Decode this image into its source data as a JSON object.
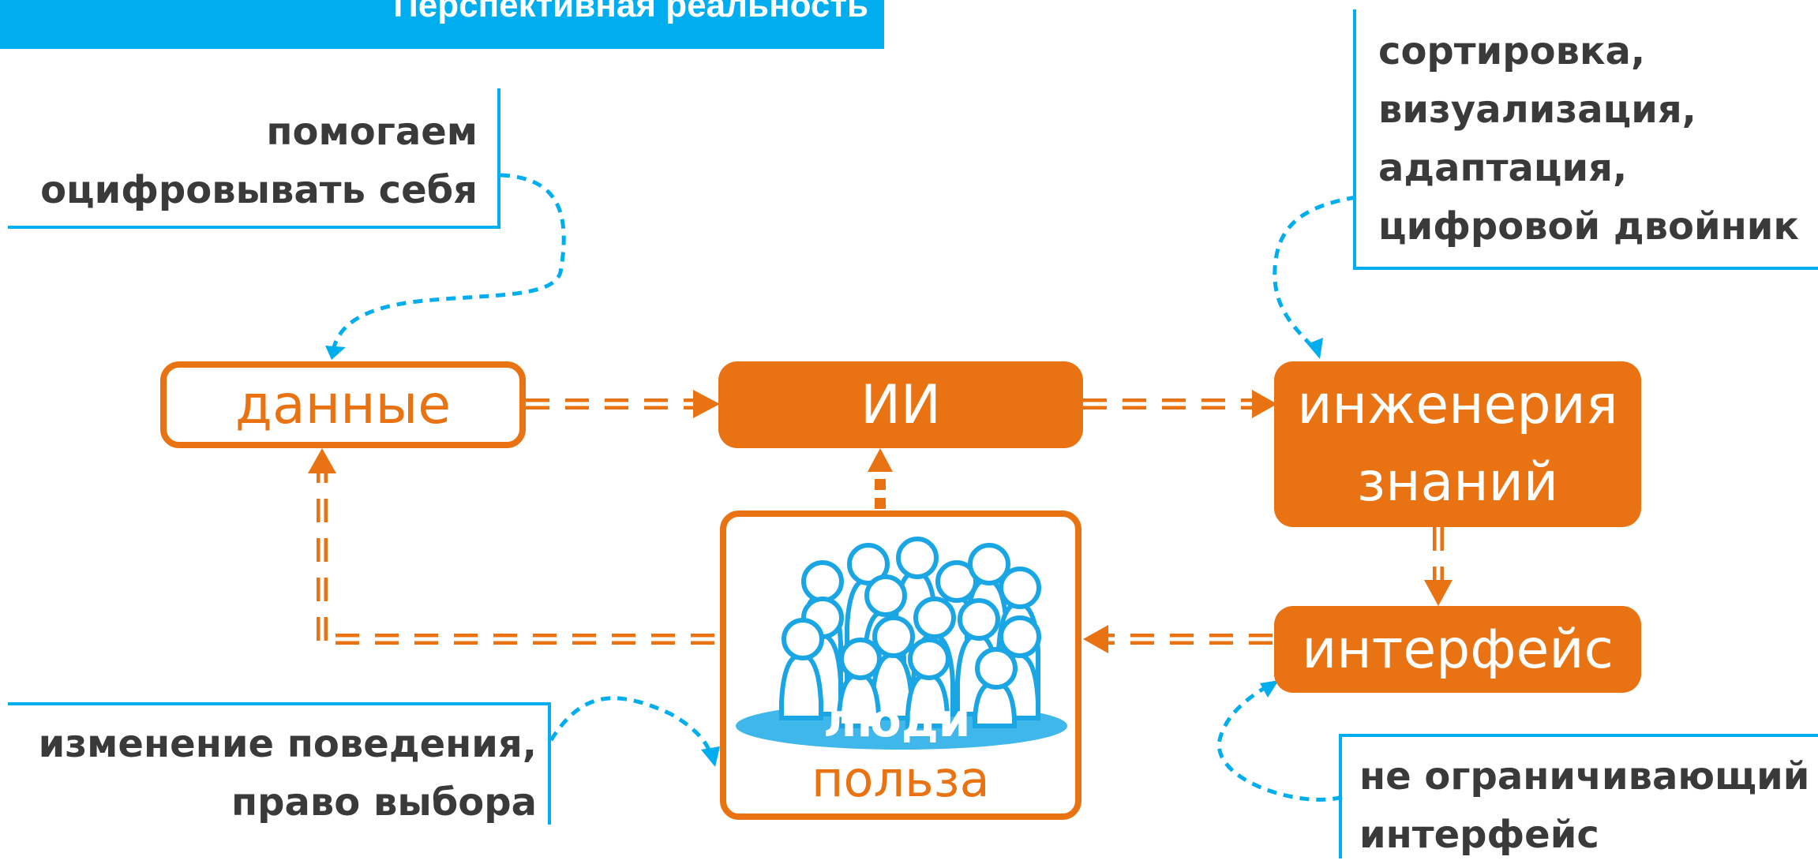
{
  "title": "Перспективная реальность",
  "colors": {
    "accent_blue": "#00aeef",
    "accent_orange": "#e97312",
    "text_dark": "#3a3a3a"
  },
  "notes": {
    "digitize": [
      "помогаем",
      "оцифровывать себя"
    ],
    "processing": [
      "сортировка,",
      "визуализация,",
      "адаптация,",
      "цифровой двойник"
    ],
    "behavior": [
      "изменение поведения,",
      "право выбора"
    ],
    "interface_note": [
      "не ограничивающий",
      "интерфейс"
    ]
  },
  "nodes": {
    "data": "данные",
    "ai": "ИИ",
    "knowledge": [
      "инженерия",
      "знаний"
    ],
    "interface": "интерфейс",
    "people": "люди",
    "benefit": "польза"
  },
  "icons": {
    "people_group": "people-group-icon"
  }
}
